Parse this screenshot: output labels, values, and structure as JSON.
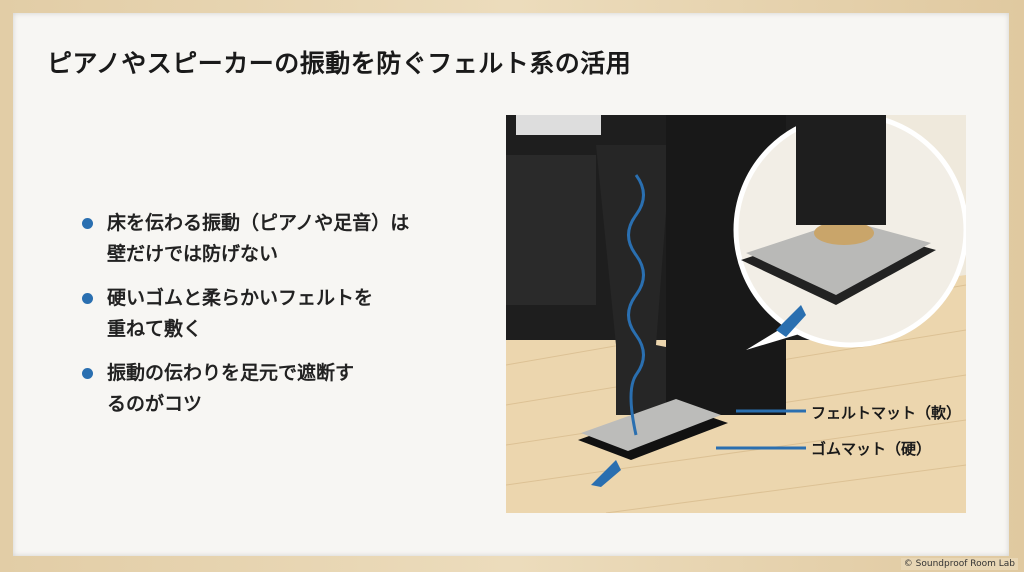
{
  "title": "ピアノやスピーカーの振動を防ぐフェルト系の活用",
  "bullets": [
    {
      "line1": "床を伝わる振動（ピアノや足音）は",
      "line2": "壁だけでは防げない"
    },
    {
      "line1": "硬いゴムと柔らかいフェルトを",
      "line2": "重ねて敷く"
    },
    {
      "line1": "振動の伝わりを足元で遮断す",
      "line2": "るのがコツ"
    }
  ],
  "illustration": {
    "labels": {
      "felt": "フェルトマット（軟）",
      "rubber": "ゴムマット（硬）"
    },
    "colors": {
      "accent": "#2a6fb0",
      "piano": "#1e1e1e",
      "floor": "#ecd3a8",
      "felt": "#b5b5b3"
    }
  },
  "credit": "© Soundproof Room Lab"
}
